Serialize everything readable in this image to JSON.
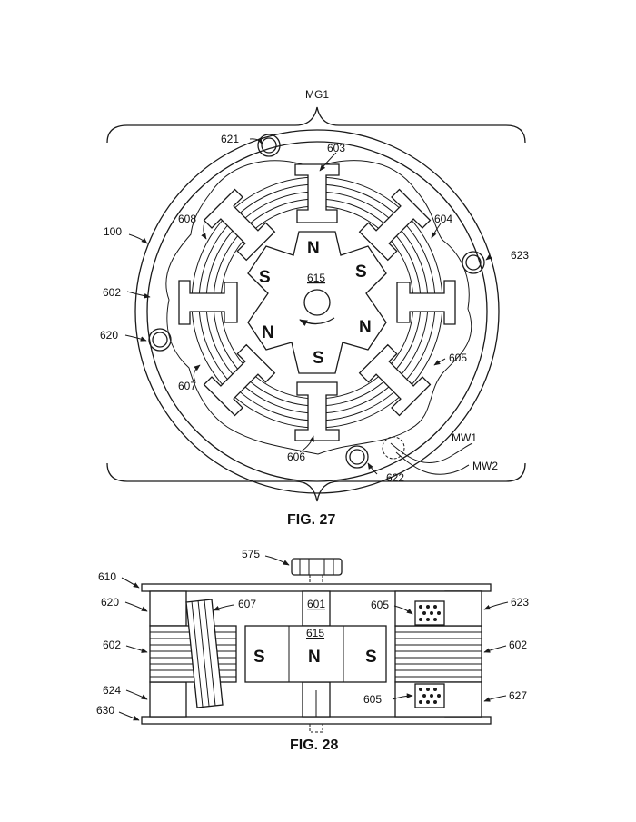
{
  "fig27": {
    "caption": "FIG. 27",
    "group_label": "MG1",
    "center_label": "615",
    "refs": {
      "r100": "100",
      "r602": "602",
      "r603": "603",
      "r604": "604",
      "r605": "605",
      "r606": "606",
      "r607": "607",
      "r608": "608",
      "r620": "620",
      "r621": "621",
      "r622": "622",
      "r623": "623",
      "mw1": "MW1",
      "mw2": "MW2"
    },
    "poles": [
      {
        "id": "n-top",
        "letter": "N"
      },
      {
        "id": "s-upper-right",
        "letter": "S"
      },
      {
        "id": "n-lower-right",
        "letter": "N"
      },
      {
        "id": "s-bottom",
        "letter": "S"
      },
      {
        "id": "n-lower-left",
        "letter": "N"
      },
      {
        "id": "s-upper-left",
        "letter": "S"
      }
    ]
  },
  "fig28": {
    "caption": "FIG. 28",
    "refs": {
      "r575": "575",
      "r610": "610",
      "r620": "620",
      "r623": "623",
      "r601": "601",
      "r605_top": "605",
      "r607": "607",
      "r602_left": "602",
      "r602_right": "602",
      "r615": "615",
      "r624": "624",
      "r605_bottom": "605",
      "r627": "627",
      "r630": "630"
    },
    "magnet_poles": {
      "left": "S",
      "center": "N",
      "right": "S"
    }
  }
}
